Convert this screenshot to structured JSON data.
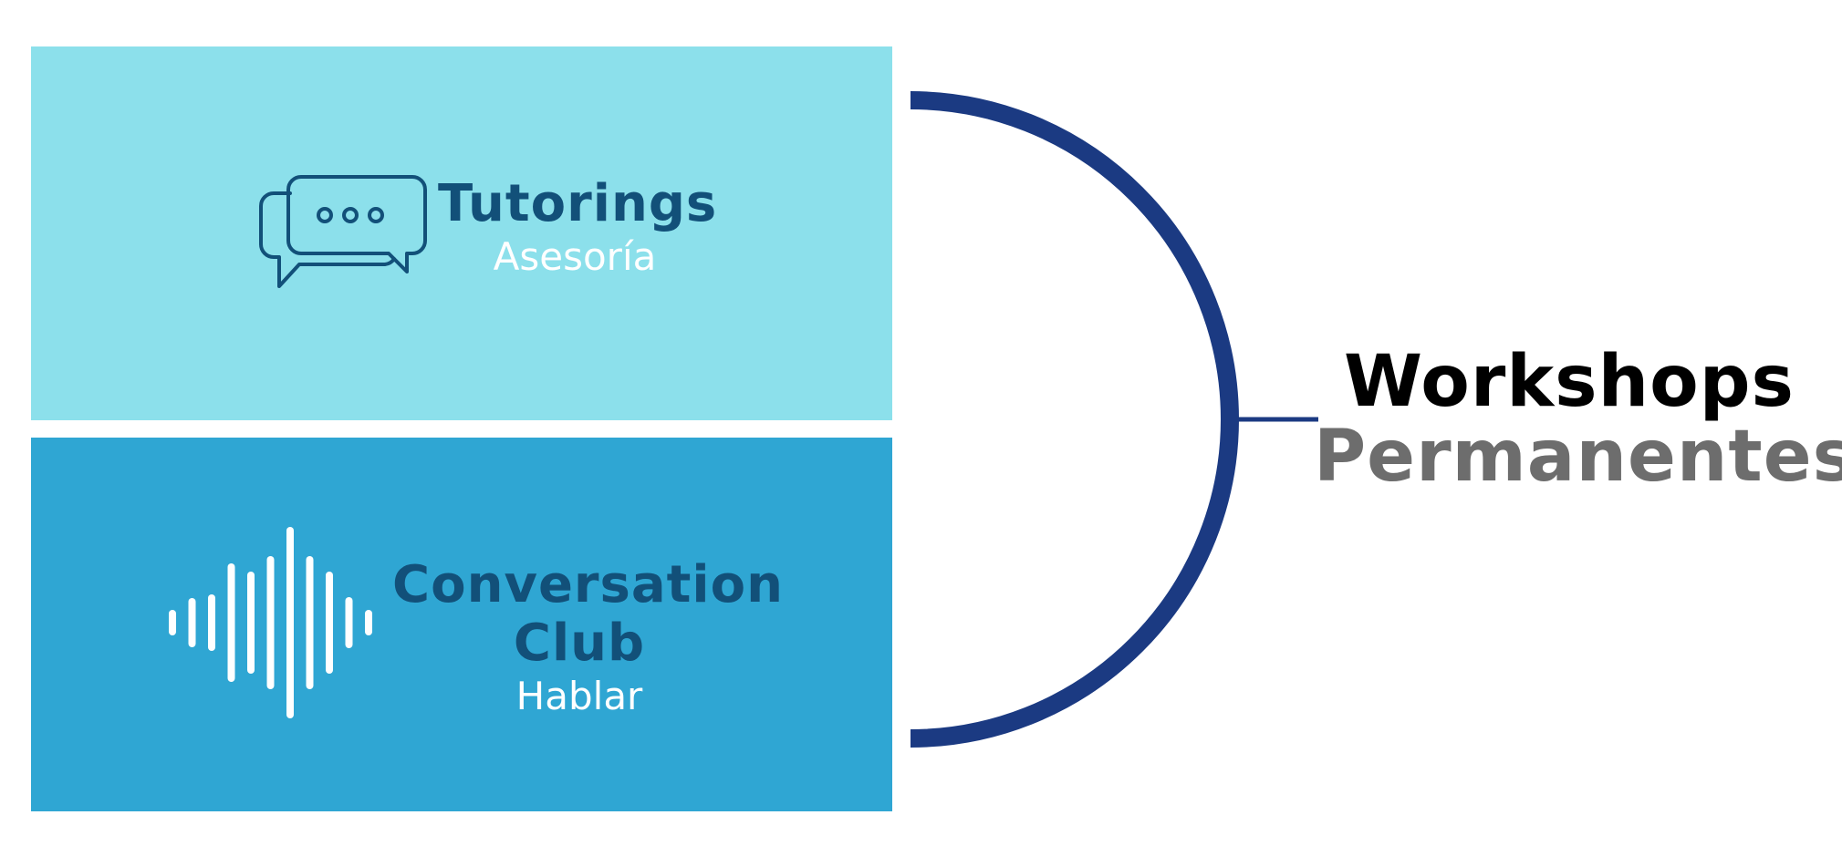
{
  "colors": {
    "box_top": "#8ce0eb",
    "box_bottom": "#2fa6d3",
    "title_text": "#125079",
    "subtitle_text": "#ffffff",
    "arc": "#1b3a82",
    "side_title": "#000000",
    "side_subtitle": "#6d6d6d"
  },
  "items": [
    {
      "title": "Tutorings",
      "subtitle": "Asesoría",
      "icon": "chat-bubbles-icon"
    },
    {
      "title_line1": "Conversation",
      "title_line2": "Club",
      "subtitle": "Hablar",
      "icon": "sound-wave-icon"
    }
  ],
  "side": {
    "title": "Workshops",
    "subtitle": "Permanentes"
  }
}
